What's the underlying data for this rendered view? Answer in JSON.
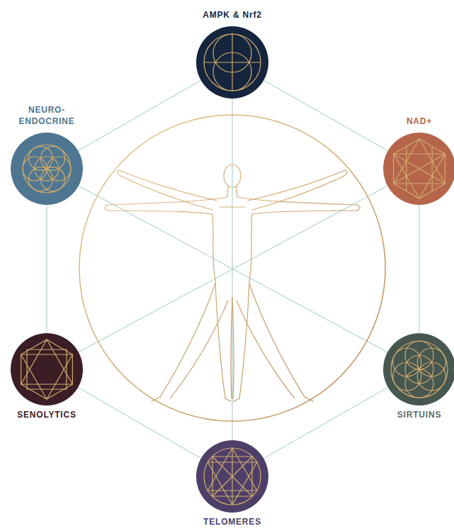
{
  "diagram": {
    "nodes": [
      {
        "text": [
          "AMPK & Nrf2"
        ]
      },
      {
        "text": [
          "NEURO- ENDOCRINE"
        ]
      },
      {
        "text": [
          "NAD+"
        ]
      },
      {
        "text": [
          "SENOLYTICS"
        ]
      },
      {
        "text": [
          "SIRTUINS"
        ]
      },
      {
        "text": [
          "TELOMERES"
        ]
      }
    ],
    "edges": [
      {
        "from": 0,
        "to": 1,
        "arrow": "none"
      },
      {
        "from": 0,
        "to": 2,
        "arrow": "none"
      },
      {
        "from": 1,
        "to": 3,
        "arrow": "none"
      },
      {
        "from": 2,
        "to": 4,
        "arrow": "none"
      },
      {
        "from": 3,
        "to": 5,
        "arrow": "none"
      },
      {
        "from": 4,
        "to": 5,
        "arrow": "none"
      },
      {
        "from": 0,
        "to": 5,
        "arrow": "none"
      },
      {
        "from": 1,
        "to": 4,
        "arrow": "none"
      },
      {
        "from": 2,
        "to": 3,
        "arrow": "none"
      }
    ]
  }
}
